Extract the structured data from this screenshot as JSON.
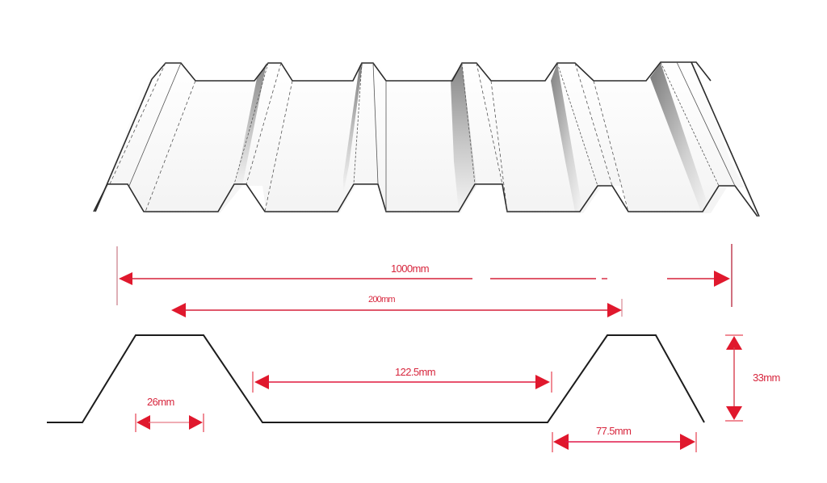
{
  "diagram": {
    "subject": "Trapezoidal corrugated roofing sheet profile",
    "views": {
      "perspective": {
        "label": "3D perspective view of profiled sheet",
        "ribs": 6
      },
      "section": {
        "label": "Cross-section profile of one rib pitch"
      }
    },
    "dimensions": {
      "cover_width": {
        "label": "1000mm",
        "value": 1000,
        "unit": "mm"
      },
      "rib_pitch": {
        "label": "200mm",
        "value": 200,
        "unit": "mm"
      },
      "pan_width": {
        "label": "122.5mm",
        "value": 122.5,
        "unit": "mm"
      },
      "rib_top_width": {
        "label": "26mm",
        "value": 26,
        "unit": "mm"
      },
      "rib_base_width": {
        "label": "77.5mm",
        "value": 77.5,
        "unit": "mm"
      },
      "rib_height": {
        "label": "33mm",
        "value": 33,
        "unit": "mm"
      }
    },
    "colors": {
      "outline": "#222222",
      "dimension": "#e0182d",
      "shade_dark": "#6f6f6f",
      "shade_light": "#f4f4f4",
      "background": "#ffffff"
    }
  }
}
